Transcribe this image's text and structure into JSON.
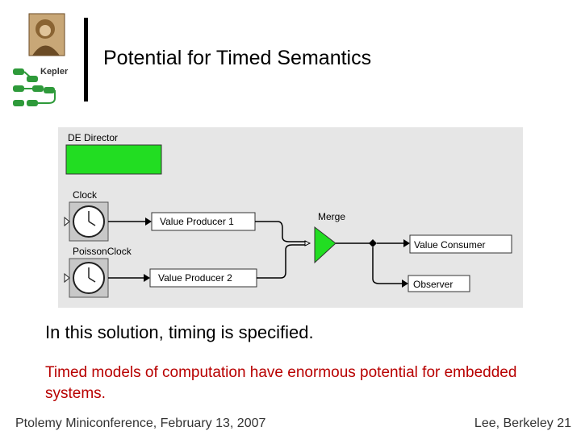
{
  "logo": {
    "wordmark": "Kepler"
  },
  "slide": {
    "title": "Potential for Timed Semantics",
    "solution_text": "In this solution, timing is specified.",
    "timed_text": "Timed models of computation have enormous potential for embedded systems."
  },
  "diagram": {
    "director_label": "DE Director",
    "clock_label": "Clock",
    "poisson_label": "PoissonClock",
    "producer1": "Value Producer 1",
    "producer2": "Value Producer 2",
    "merge_label": "Merge",
    "consumer": "Value Consumer",
    "observer": "Observer"
  },
  "footer": {
    "left": "Ptolemy Miniconference, February 13, 2007",
    "right": "Lee, Berkeley 21"
  },
  "colors": {
    "green": "#22dd22",
    "panel": "#e8e8e8",
    "title_text": "#000000",
    "accent_text": "#b80000"
  }
}
